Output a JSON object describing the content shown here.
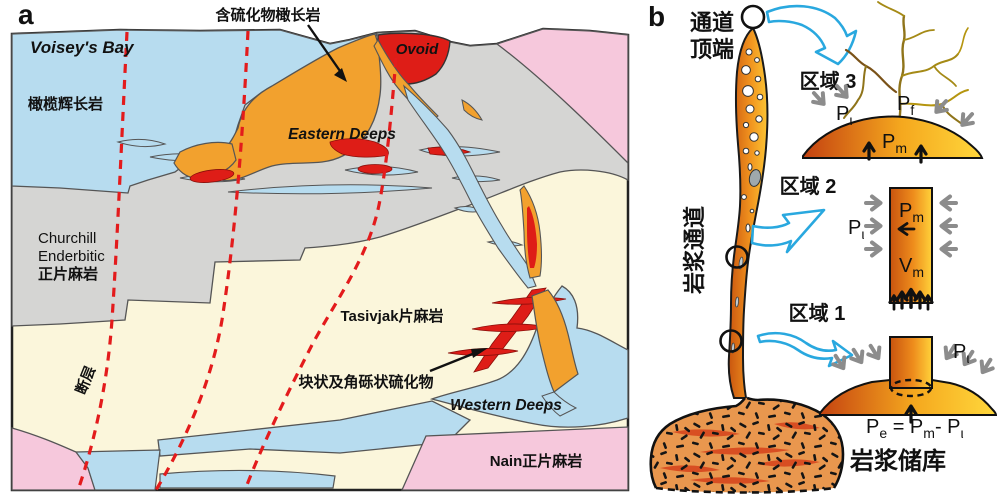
{
  "figure": {
    "panel_a": {
      "label": "a",
      "labels": {
        "voiseys_bay": "Voisey's Bay",
        "olivine_gabbro": "橄榄辉长岩",
        "sulfide_troctolite": "含硫化物橄长岩",
        "ovoid": "Ovoid",
        "eastern_deeps": "Eastern Deeps",
        "churchill_line1": "Churchill",
        "churchill_line2": "Enderbitic",
        "churchill_line3": "正片麻岩",
        "tasivjak": "Tasivjak片麻岩",
        "massive_sulfide": "块状及角砾状硫化物",
        "western_deeps": "Western Deeps",
        "nain": "Nain正片麻岩",
        "fault": "断层"
      },
      "colors": {
        "olivine_gabbro_blue": "#B7DCEF",
        "gneiss_gray": "#D5D5D3",
        "tasivjak_cream": "#FBF6DB",
        "pink_gneiss": "#F6C8DC",
        "troctolite_orange": "#F2A12E",
        "sulfide_red": "#DE1D17",
        "fault_red": "#E31B1C"
      }
    },
    "panel_b": {
      "label": "b",
      "labels": {
        "conduit_top_line1": "通道",
        "conduit_top_line2": "顶端",
        "magma_conduit": "岩浆通道",
        "magma_reservoir": "岩浆储库",
        "region3": "区域 3",
        "region2": "区域 2",
        "region1": "区域 1"
      },
      "pressures": {
        "pl": {
          "base": "P",
          "sub": "ι"
        },
        "pm": {
          "base": "P",
          "sub": "m"
        },
        "pf": {
          "base": "P",
          "sub": "f"
        },
        "vm": {
          "base": "V",
          "sub": "m"
        },
        "formula": {
          "p1": "P",
          "s1": "e",
          "p2": " = P",
          "s2": "m",
          "p3": "- P",
          "s3": "ι"
        }
      },
      "colors": {
        "conduit_dark_orange": "#C8540F",
        "conduit_yellow": "#FFD23A",
        "reservoir_orange": "#E9974E",
        "cyan_arrow_blue": "#29A8DF",
        "stress_arrow_gray": "#8C8C8C"
      }
    }
  }
}
